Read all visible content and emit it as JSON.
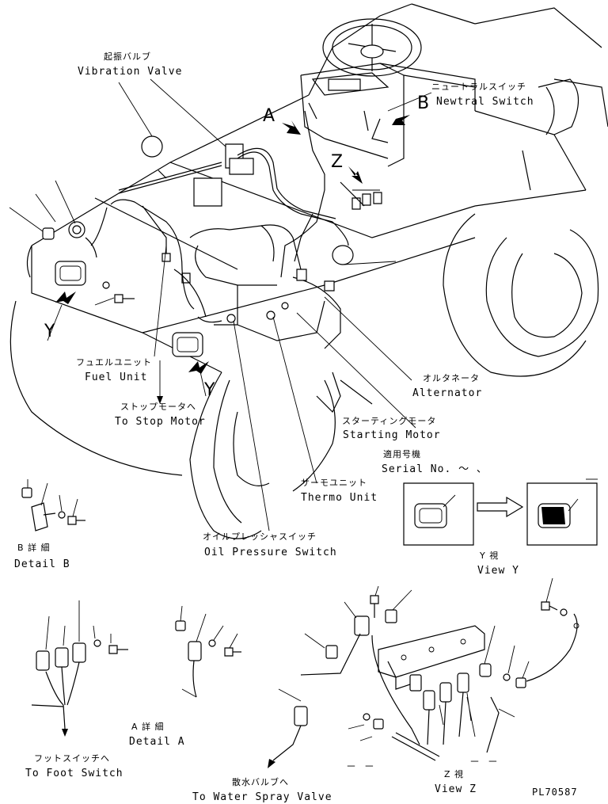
{
  "labels": {
    "vibration_valve_jp": "起振バルブ",
    "vibration_valve_en": "Vibration Valve",
    "neutral_switch_jp": "ニュートラルスイッチ",
    "neutral_switch_en": "Newtral Switch",
    "fuel_unit_jp": "フュエルユニット",
    "fuel_unit_en": "Fuel Unit",
    "stop_motor_jp": "ストップモータへ",
    "stop_motor_en": "To Stop Motor",
    "alternator_jp": "オルタネータ",
    "alternator_en": "Alternator",
    "starting_motor_jp": "スターティングモータ",
    "starting_motor_en": "Starting Motor",
    "serial_jp": "適用号機",
    "serial_en": "Serial No.  ～  、",
    "thermo_unit_jp": "サーモユニット",
    "thermo_unit_en": "Thermo Unit",
    "oil_pressure_jp": "オイルプレッシャスイッチ",
    "oil_pressure_en": "Oil Pressure Switch",
    "detail_b_jp": "B 詳 細",
    "detail_b_en": "Detail B",
    "detail_a_jp": "A 詳 細",
    "detail_a_en": "Detail A",
    "view_y_jp": "Y  視",
    "view_y_en": "View Y",
    "foot_switch_jp": "フットスイッチへ",
    "foot_switch_en": "To Foot Switch",
    "water_spray_jp": "散水バルブへ",
    "water_spray_en": "To Water Spray Valve",
    "view_z_jp": "Z  視",
    "view_z_en": "View Z",
    "part_no": "PL70587"
  },
  "callouts": {
    "a": "A",
    "b": "B",
    "z": "Z",
    "y1": "Y",
    "y2": "Y",
    "dash1": "－ －",
    "dash2": "－ －"
  }
}
